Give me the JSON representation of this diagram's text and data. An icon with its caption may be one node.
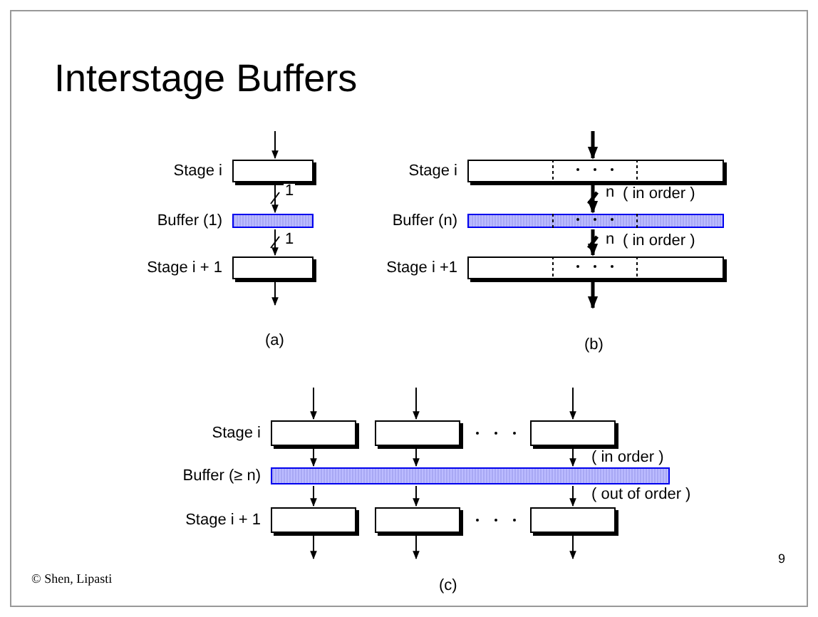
{
  "diagram": {
    "title": "Interstage Buffers",
    "nodes": [
      {
        "text": [
          "Stage i"
        ]
      },
      {
        "text": [
          "Buffer (1)"
        ]
      },
      {
        "text": [
          "Stage i + 1"
        ]
      },
      {
        "text": [
          "Stage i"
        ]
      },
      {
        "text": [
          "Buffer (n)"
        ]
      },
      {
        "text": [
          "Stage i +1"
        ]
      },
      {
        "text": [
          "Stage i"
        ]
      },
      {
        "text": [],
        "shape": "box"
      },
      {
        "text": [],
        "shape": "box"
      },
      {
        "text": [
          "Buffer (≥ n)"
        ]
      },
      {
        "text": [
          "Stage i + 1"
        ]
      },
      {
        "text": [],
        "shape": "box"
      },
      {
        "text": [],
        "shape": "box"
      }
    ],
    "edges": [
      {
        "from": null,
        "to": 0,
        "arrow": "to"
      },
      {
        "from": 0,
        "to": 1,
        "arrow": "to",
        "label": "1"
      },
      {
        "from": 1,
        "to": 2,
        "arrow": "to",
        "label": "1"
      },
      {
        "from": 2,
        "to": null,
        "arrow": "to"
      },
      {
        "from": null,
        "to": 3,
        "arrow": "to",
        "style": "thick"
      },
      {
        "from": 3,
        "to": 4,
        "arrow": "to",
        "label": "n",
        "style": "thick"
      },
      {
        "from": 4,
        "to": 5,
        "arrow": "to",
        "label": "n",
        "style": "thick"
      },
      {
        "from": 5,
        "to": null,
        "arrow": "to",
        "style": "thick"
      },
      {
        "from": null,
        "to": 6,
        "arrow": "to"
      },
      {
        "from": null,
        "to": 7,
        "arrow": "to"
      },
      {
        "from": null,
        "to": 8,
        "arrow": "to"
      },
      {
        "from": 6,
        "to": 9,
        "arrow": "to"
      },
      {
        "from": 7,
        "to": 9,
        "arrow": "to"
      },
      {
        "from": 8,
        "to": 9,
        "arrow": "to"
      },
      {
        "from": 9,
        "to": 10,
        "arrow": "to"
      },
      {
        "from": 9,
        "to": 11,
        "arrow": "to"
      },
      {
        "from": 9,
        "to": 12,
        "arrow": "to"
      },
      {
        "from": 10,
        "to": null,
        "arrow": "to"
      },
      {
        "from": 11,
        "to": null,
        "arrow": "to"
      },
      {
        "from": 12,
        "to": null,
        "arrow": "to"
      }
    ],
    "labels": [
      "( in order )",
      "( in order )",
      "(a)",
      "(b)",
      "( in order )",
      "( out of order )",
      "(c)",
      "© Shen, Lipasti",
      "9"
    ]
  }
}
